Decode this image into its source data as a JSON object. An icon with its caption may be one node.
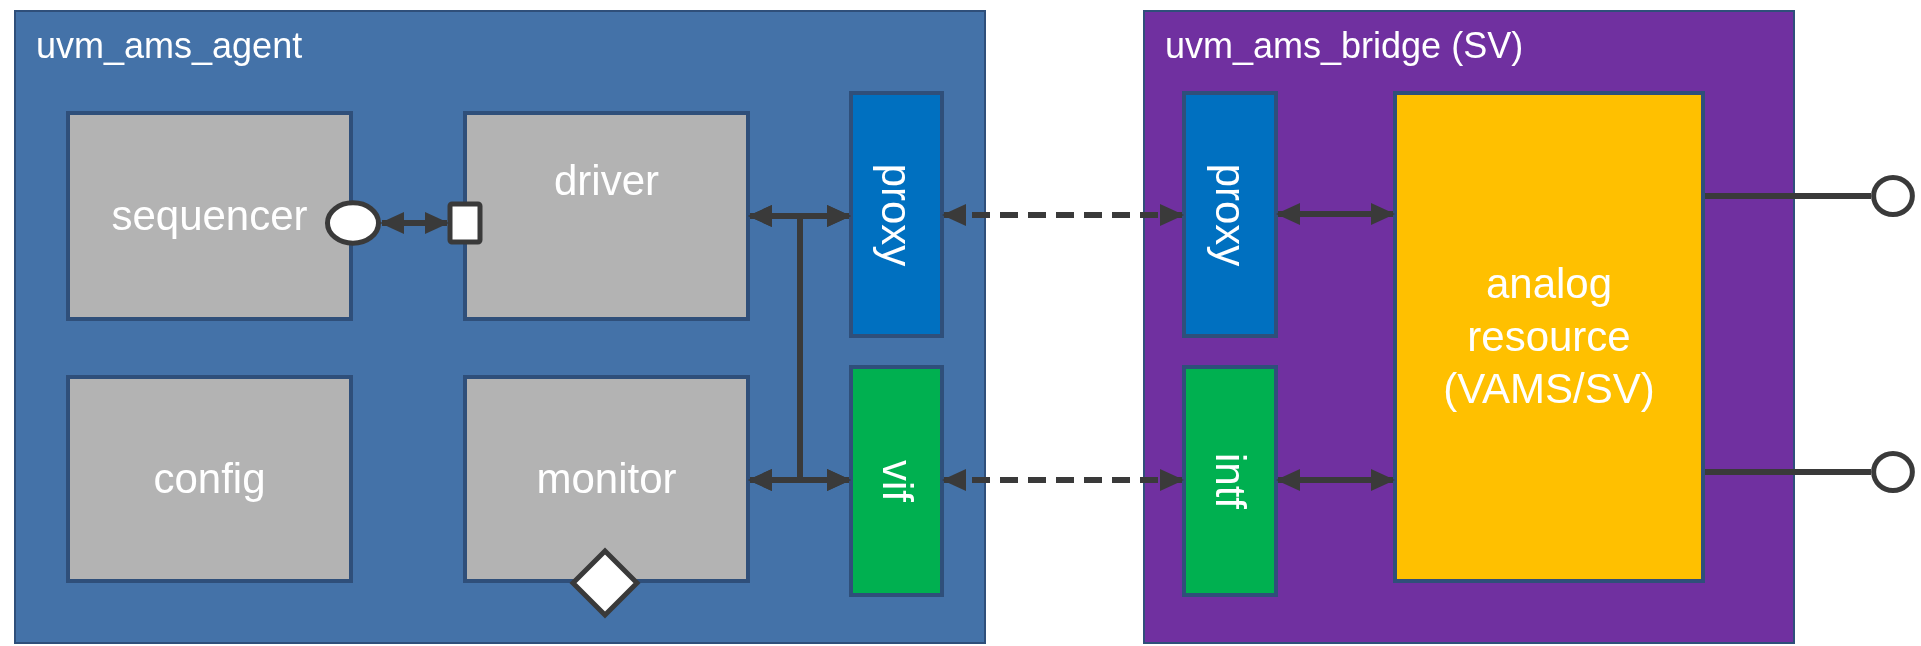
{
  "diagram": {
    "nodes": [
      {
        "text": [
          "uvm_ams_agent"
        ]
      },
      {
        "text": [
          "sequencer"
        ],
        "in": 0
      },
      {
        "text": [
          "driver"
        ],
        "in": 0
      },
      {
        "text": [
          "config"
        ],
        "in": 0
      },
      {
        "text": [
          "monitor"
        ],
        "in": 0
      },
      {
        "text": [
          "proxy"
        ],
        "in": 0
      },
      {
        "text": [
          "vif"
        ],
        "in": 0
      },
      {
        "text": [],
        "shape": "circle",
        "in": 0
      },
      {
        "text": [],
        "shape": "box",
        "in": 0
      },
      {
        "text": [],
        "shape": "diamond",
        "in": 0
      },
      {
        "text": [
          "uvm_ams_bridge (SV)"
        ]
      },
      {
        "text": [
          "proxy"
        ],
        "in": 10
      },
      {
        "text": [
          "intf"
        ],
        "in": 10
      },
      {
        "text": [
          "analog resource (VAMS/SV)"
        ],
        "in": 10
      },
      {
        "text": [],
        "shape": "circle"
      },
      {
        "text": [],
        "shape": "circle"
      }
    ],
    "edges": [
      {
        "from": 7,
        "to": 8,
        "arrow": "both"
      },
      {
        "from": 2,
        "to": 5,
        "arrow": "both"
      },
      {
        "from": 2,
        "to": 6,
        "arrow": "both"
      },
      {
        "from": 4,
        "to": 5,
        "arrow": "both"
      },
      {
        "from": 4,
        "to": 6,
        "arrow": "both"
      },
      {
        "from": 5,
        "to": 11,
        "arrow": "both",
        "style": "dashed"
      },
      {
        "from": 6,
        "to": 12,
        "arrow": "both",
        "style": "dashed"
      },
      {
        "from": 11,
        "to": 13,
        "arrow": "both"
      },
      {
        "from": 12,
        "to": 13,
        "arrow": "both"
      },
      {
        "from": 13,
        "to": 14,
        "arrow": "none"
      },
      {
        "from": 13,
        "to": 15,
        "arrow": "none"
      }
    ]
  }
}
